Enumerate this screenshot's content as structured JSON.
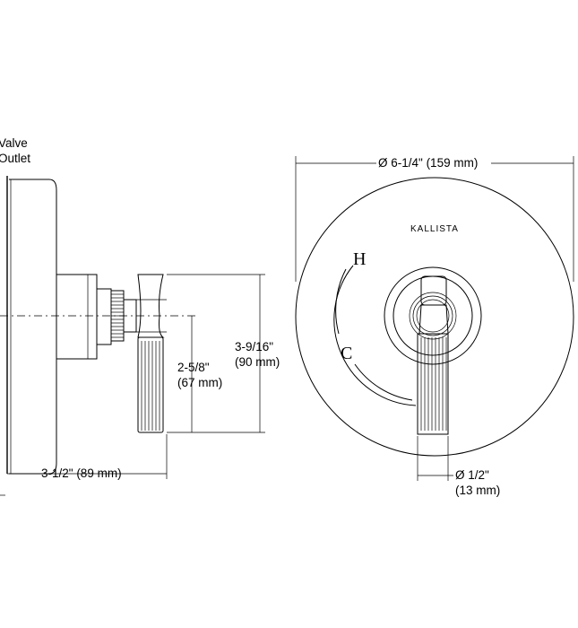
{
  "labels": {
    "valve": "Valve",
    "outlet": "Outlet",
    "dim_depth": "3-1/2\" (89 mm)",
    "dim_lever_a": "2-5/8\"",
    "dim_lever_b": "(67 mm)",
    "dim_height_a": "3-9/16\"",
    "dim_height_b": "(90 mm)",
    "dim_diameter": "Ø 6-1/4\" (159 mm)",
    "dim_handle_a": "Ø 1/2\"",
    "dim_handle_b": "(13 mm)",
    "brand": "KALLISTA",
    "hot": "H",
    "cold": "C"
  }
}
